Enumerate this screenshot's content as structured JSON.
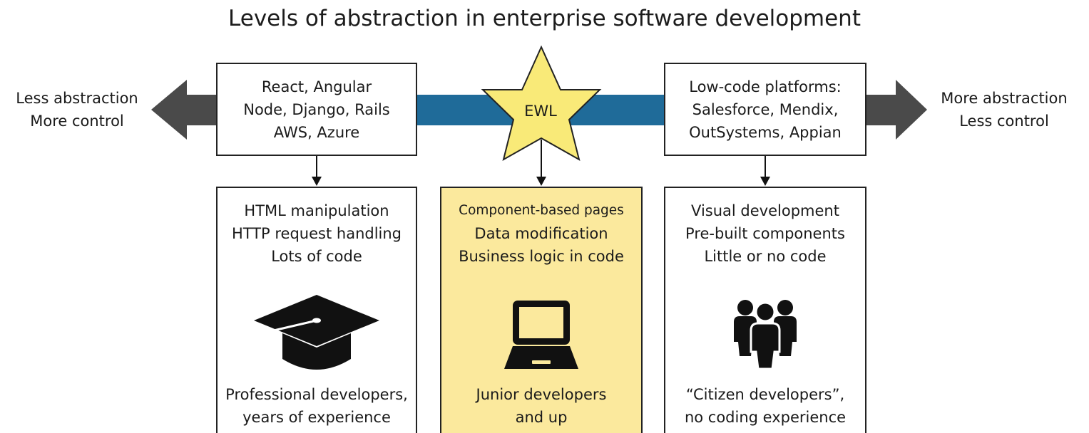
{
  "title": "Levels of abstraction in enterprise software development",
  "left_label": [
    "Less abstraction",
    "More control"
  ],
  "right_label": [
    "More abstraction",
    "Less control"
  ],
  "center_label": "EWL",
  "top_boxes": {
    "left": [
      "React, Angular",
      "Node, Django, Rails",
      "AWS, Azure"
    ],
    "right": [
      "Low-code platforms:",
      "Salesforce, Mendix,",
      "OutSystems, Appian"
    ]
  },
  "bottom_boxes": {
    "left": {
      "lines": [
        "HTML manipulation",
        "HTTP request handling",
        "Lots of code"
      ],
      "footer": [
        "Professional developers,",
        "years of experience"
      ],
      "icon": "graduation-cap-icon"
    },
    "center": {
      "lines": [
        "Component-based pages",
        "Data modification",
        "Business logic in code"
      ],
      "footer": [
        "Junior developers",
        "and up"
      ],
      "icon": "laptop-icon"
    },
    "right": {
      "lines": [
        "Visual development",
        "Pre-built components",
        "Little or no code"
      ],
      "footer": [
        "“Citizen developers”,",
        "no coding experience"
      ],
      "icon": "people-group-icon"
    }
  },
  "colors": {
    "bar": "#1f6b99",
    "arrow": "#4a4a4a",
    "star": "#f9ea78",
    "highlight": "#fbe99d"
  }
}
